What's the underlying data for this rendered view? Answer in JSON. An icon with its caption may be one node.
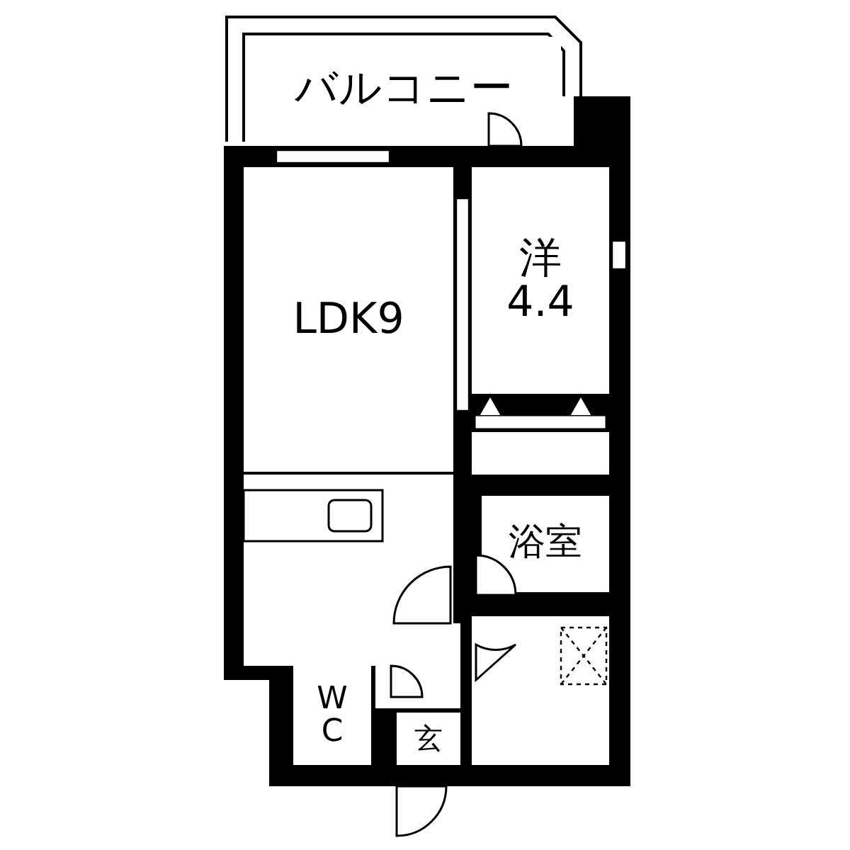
{
  "diagram": {
    "nodes": [
      {
        "text": [
          "バルコニー"
        ]
      },
      {
        "text": [
          "洋",
          "4.4"
        ]
      },
      {
        "text": [
          "LDK9"
        ]
      },
      {
        "text": [
          "浴室"
        ]
      },
      {
        "text": [],
        "shape": "box"
      },
      {
        "text": [
          "W C"
        ]
      },
      {
        "text": [
          "玄"
        ]
      }
    ]
  }
}
